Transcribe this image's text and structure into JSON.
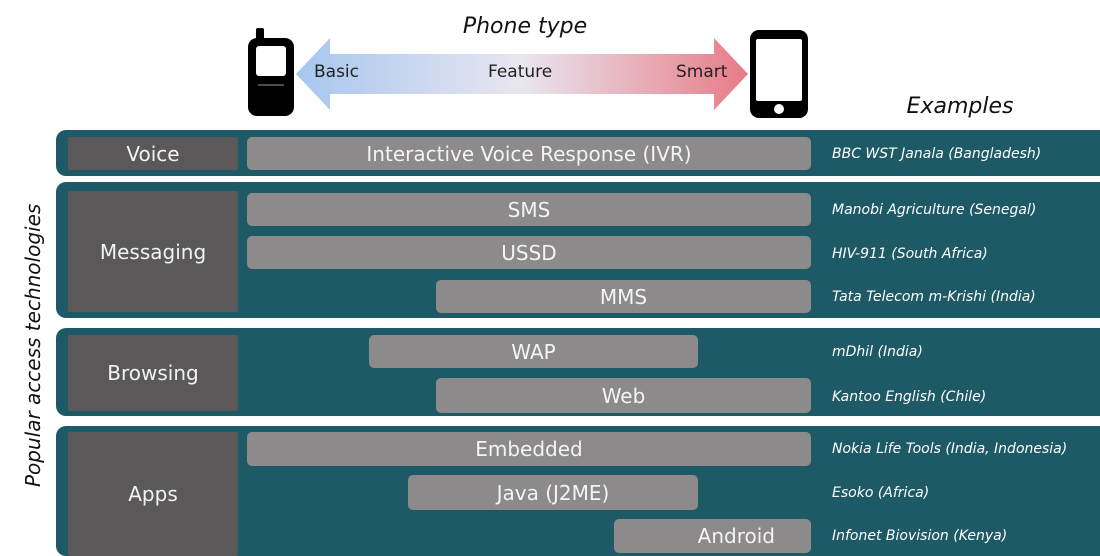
{
  "header": {
    "title": "Phone type",
    "arrow_labels": {
      "basic": "Basic",
      "feature": "Feature",
      "smart": "Smart"
    },
    "examples_title": "Examples"
  },
  "y_axis_label": "Popular access technologies",
  "colors": {
    "panel": "#1e5a66",
    "category": "#5a5858",
    "bar": "#8c8a8a",
    "arrow_left": "#a7c6ef",
    "arrow_right": "#e77b86"
  },
  "groups": [
    {
      "category": "Voice",
      "rows": [
        {
          "label": "Interactive Voice Response (IVR)",
          "example": "BBC WST Janala (Bangladesh)"
        }
      ]
    },
    {
      "category": "Messaging",
      "rows": [
        {
          "label": "SMS",
          "example": "Manobi Agriculture (Senegal)"
        },
        {
          "label": "USSD",
          "example": "HIV-911 (South Africa)"
        },
        {
          "label": "MMS",
          "example": "Tata Telecom m-Krishi (India)"
        }
      ]
    },
    {
      "category": "Browsing",
      "rows": [
        {
          "label": "WAP",
          "example": "mDhil (India)"
        },
        {
          "label": "Web",
          "example": "Kantoo English (Chile)"
        }
      ]
    },
    {
      "category": "Apps",
      "rows": [
        {
          "label": "Embedded",
          "example": "Nokia Life Tools (India, Indonesia)"
        },
        {
          "label": "Java (J2ME)",
          "example": "Esoko (Africa)"
        },
        {
          "label": "Android",
          "example": "Infonet Biovision (Kenya)"
        }
      ]
    }
  ]
}
